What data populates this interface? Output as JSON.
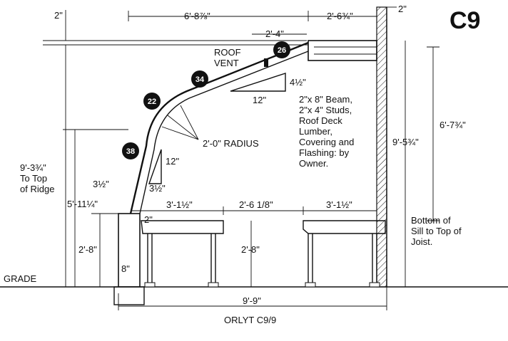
{
  "drawing_id": "C9",
  "footer_code": "ORLYT C9/9",
  "labels": {
    "top_offset": "2\"",
    "span_main": "6'-8⅞\"",
    "span_right": "2'-6¾\"",
    "top_right": "2\"",
    "vent_width": "2'-4\"",
    "roof_vent": "ROOF\nVENT",
    "slope_rise": "4½\"",
    "slope_run": "12\"",
    "radius": "2'-0\" RADIUS",
    "wall_slope_rise": "12\"",
    "wall_slope_run": "3½\"",
    "wall_thickness": "3½\"",
    "ridge_height": "9'-3¾\"\nTo Top\nof Ridge",
    "eave_height": "5'-11¼\"",
    "front_post": "2'-8\"",
    "post_offset": "2\"",
    "post_width": "8\"",
    "grade": "GRADE",
    "seat_left": "3'-1½\"",
    "aisle": "2'-6 1/8\"",
    "seat_right": "3'-1½\"",
    "seat_height": "2'-8\"",
    "overall_height": "9'-5¾\"",
    "right_height": "6'-7¾\"",
    "right_note": "Bottom of\nSill to Top of\nJoist.",
    "spec_note": "2\"x 8\" Beam,\n2\"x 4\" Studs,\nRoof Deck\nLumber,\nCovering and\nFlashing: by\nOwner.",
    "overall_width": "9'-9\""
  },
  "badges": [
    "26",
    "34",
    "22",
    "38"
  ]
}
